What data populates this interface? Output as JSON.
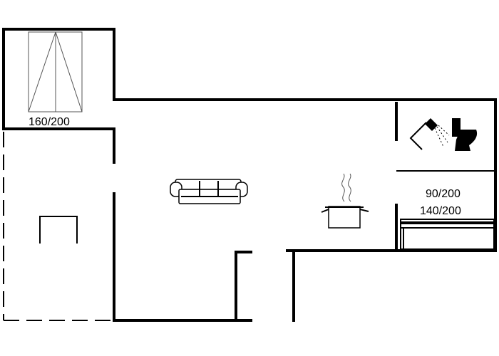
{
  "labels": {
    "bedroom_bed": "160/200",
    "bed_single": "90/200",
    "bed_double": "140/200"
  },
  "icons": {
    "shower": "shower-icon",
    "toilet": "toilet-icon",
    "sofa": "sofa-icon",
    "kitchen": "cooking-pot-icon",
    "bed": "bed-icon",
    "table": "table-icon"
  },
  "colors": {
    "wall": "#000000",
    "background": "#ffffff"
  }
}
